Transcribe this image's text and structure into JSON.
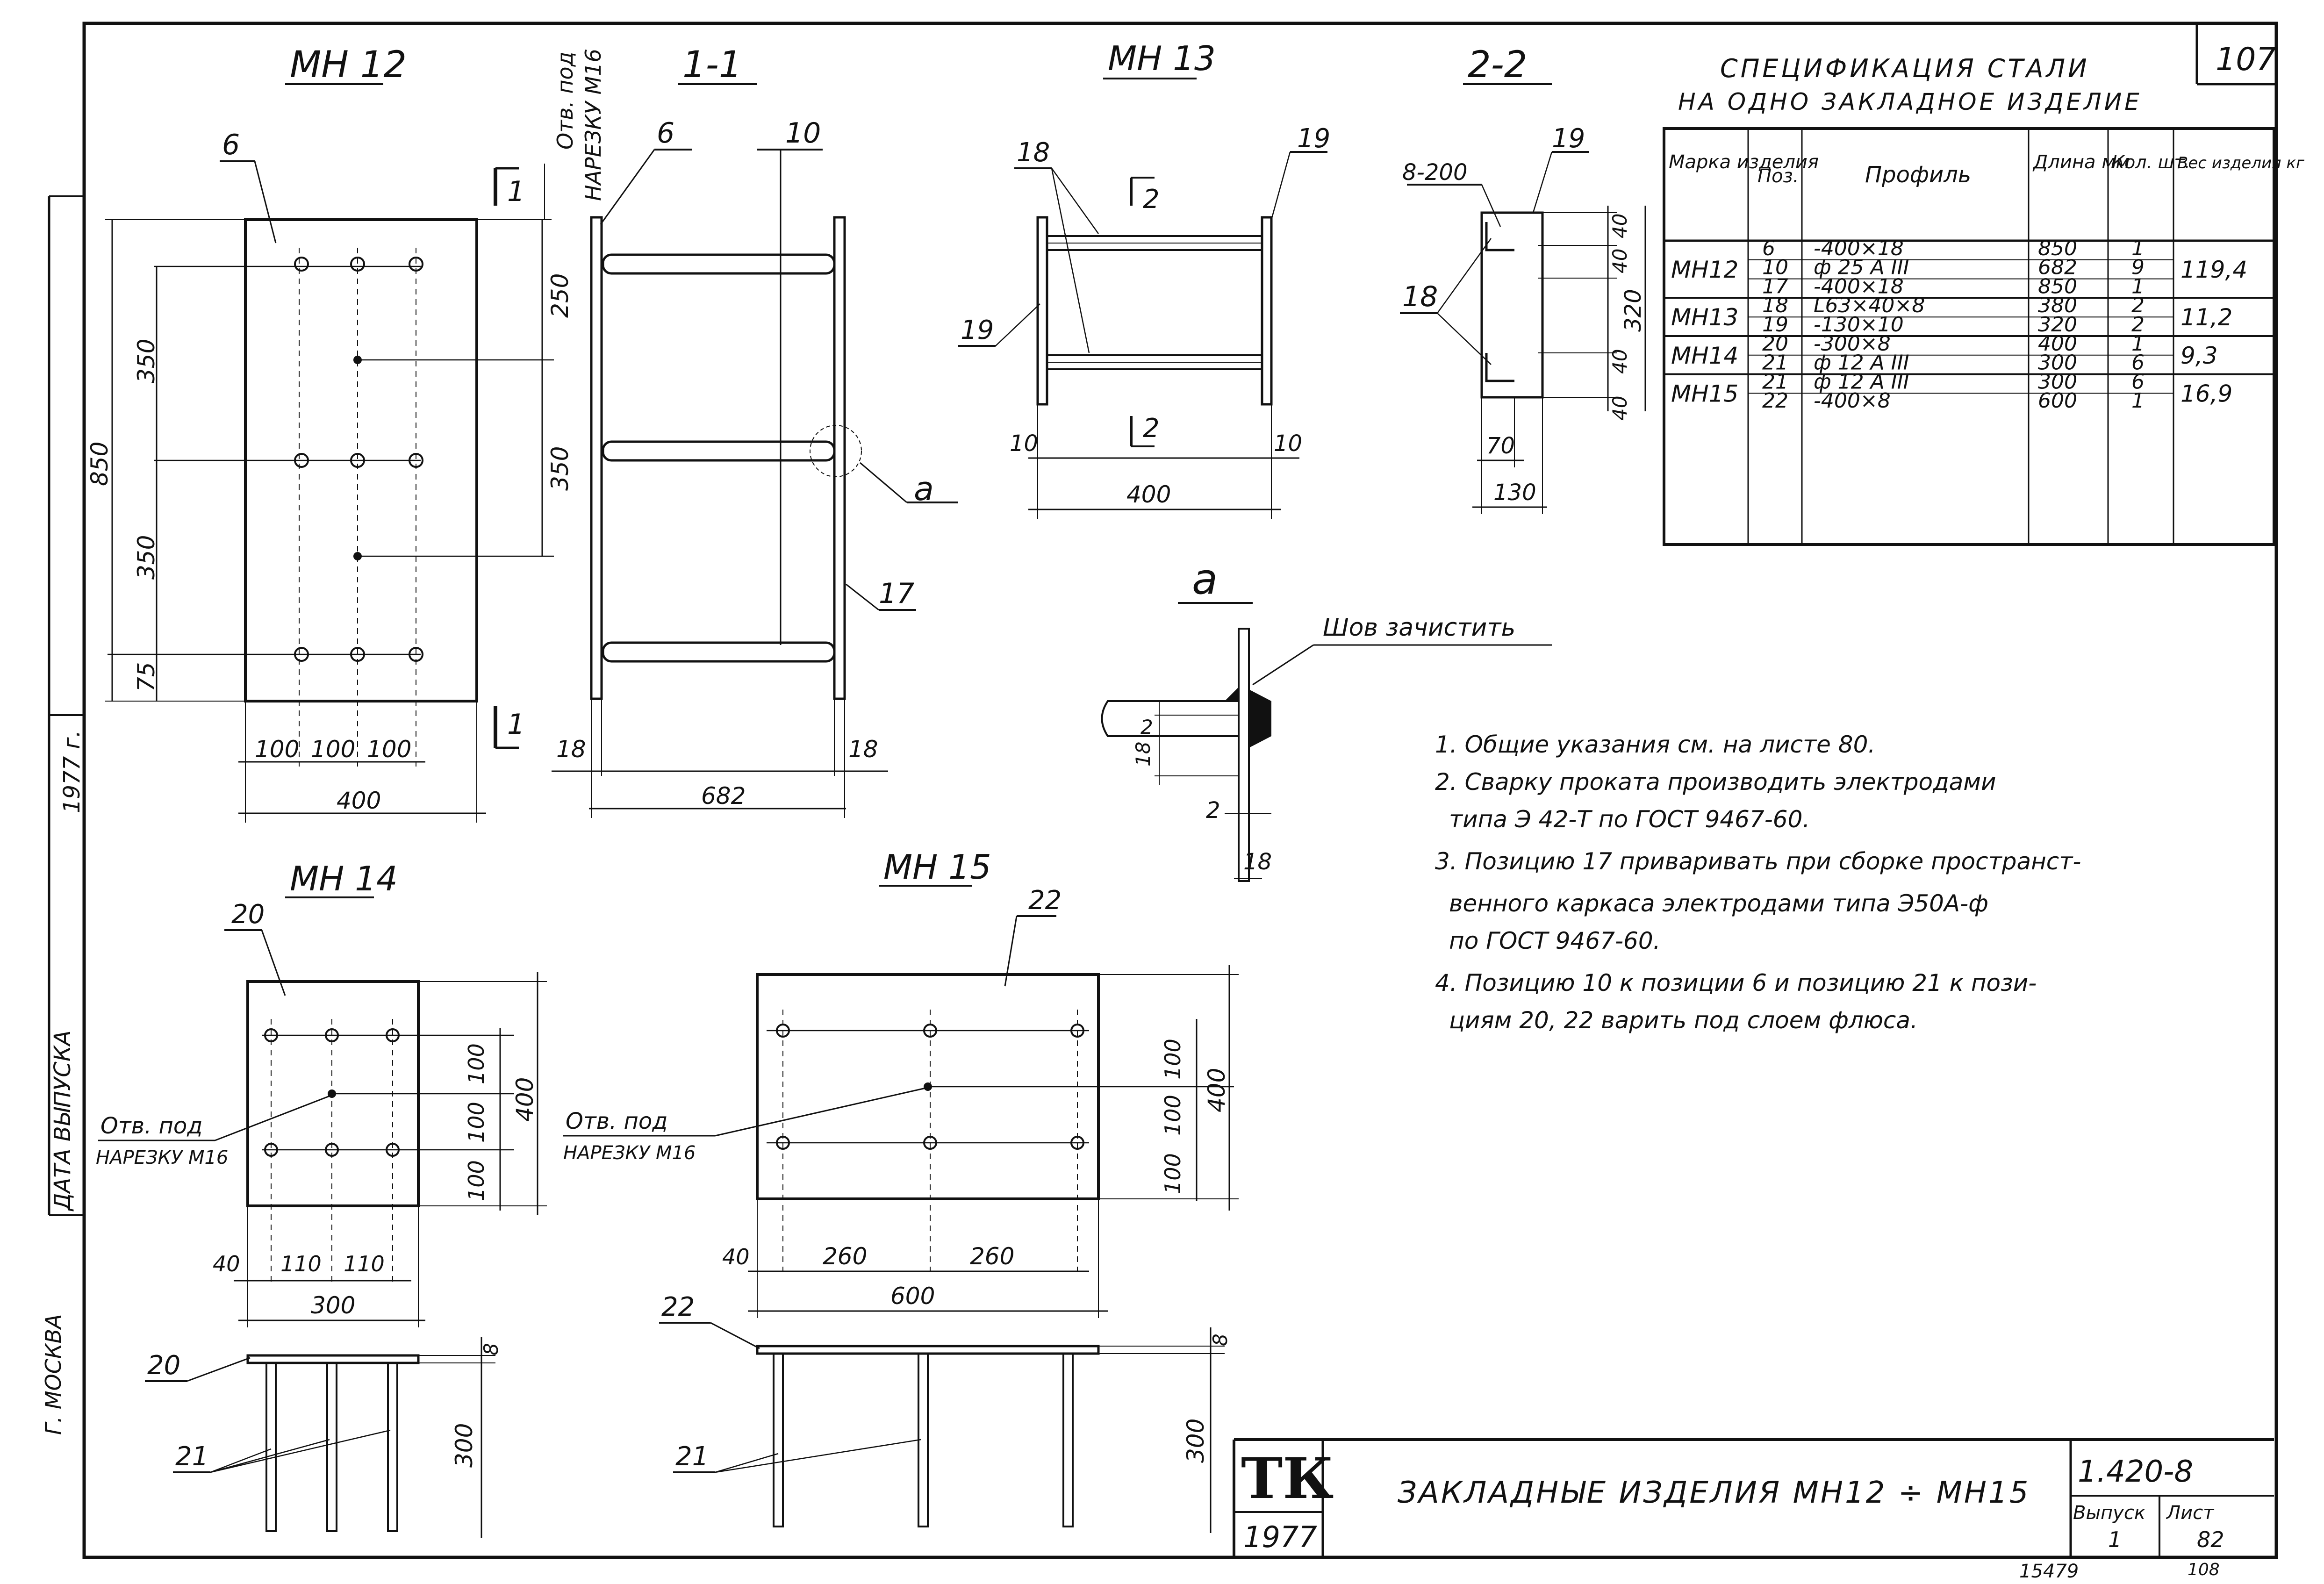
{
  "sheet_number": "107",
  "side_strip": {
    "year": "1977 г.",
    "date_label": "ДАТА ВЫПУСКА",
    "city": "Г. МОСКВА"
  },
  "mn12": {
    "title": "МН 12",
    "section_title": "1-1",
    "hole_label": [
      "Отв. под",
      "НАРЕЗКУ М16"
    ],
    "section_mark": "1",
    "pos_plate": "6",
    "pos_bar": "10",
    "pos_back": "17",
    "left_dims": [
      "850",
      "350",
      "350",
      "75"
    ],
    "right_dims": [
      "250",
      "350"
    ],
    "bottom_dims": [
      "100",
      "100",
      "100"
    ],
    "width": "400",
    "sec_thk_left": "18",
    "sec_thk_right": "18",
    "sec_length": "682",
    "detail_mark": "а"
  },
  "mn13": {
    "title": "МН 13",
    "section_title": "2-2",
    "pos_angle": "18",
    "pos_plate": "19",
    "section_mark": "2",
    "dims": [
      "10",
      "10",
      "400"
    ],
    "weld": "8-200",
    "sec_dims": [
      "40",
      "40",
      "40",
      "40",
      "320",
      "70",
      "130"
    ]
  },
  "detail": {
    "title": "а",
    "note": "Шов зачистить",
    "dims": [
      "2",
      "18",
      "2",
      "18"
    ]
  },
  "spec": {
    "title": "СПЕЦИФИКАЦИЯ СТАЛИ",
    "subtitle": "НА ОДНО ЗАКЛАДНОЕ ИЗДЕЛИЕ",
    "headers": [
      "Марка изделия",
      "Поз.",
      "Профиль",
      "Длина мм",
      "Кол. шт.",
      "Вес изделия кг"
    ],
    "groups": [
      {
        "mark": "МН12",
        "weight": "119,4",
        "rows": [
          [
            "6",
            "-400×18",
            "850",
            "1"
          ],
          [
            "10",
            "ф 25 А III",
            "682",
            "9"
          ],
          [
            "17",
            "-400×18",
            "850",
            "1"
          ]
        ]
      },
      {
        "mark": "МН13",
        "weight": "11,2",
        "rows": [
          [
            "18",
            "L63×40×8",
            "380",
            "2"
          ],
          [
            "19",
            "-130×10",
            "320",
            "2"
          ]
        ]
      },
      {
        "mark": "МН14",
        "weight": "9,3",
        "rows": [
          [
            "20",
            "-300×8",
            "400",
            "1"
          ],
          [
            "21",
            "ф 12 А III",
            "300",
            "6"
          ]
        ]
      },
      {
        "mark": "МН15",
        "weight": "16,9",
        "rows": [
          [
            "21",
            "ф 12 А III",
            "300",
            "6"
          ],
          [
            "22",
            "-400×8",
            "600",
            "1"
          ]
        ]
      }
    ]
  },
  "notes": [
    "1. Общие указания см. на листе 80.",
    "2. Сварку проката производить электродами",
    "типа Э 42-Т по ГОСТ 9467-60.",
    "3. Позицию 17 приваривать при сборке пространст-",
    "венного каркаса электродами типа Э50А-ф",
    "по ГОСТ 9467-60.",
    "4. Позицию 10 к позиции 6 и позицию 21 к пози-",
    "циям 20, 22 варить под слоем флюса."
  ],
  "mn14": {
    "title": "МН 14",
    "pos_plate": "20",
    "pos_bar": "21",
    "hole_label": [
      "Отв. под",
      "НАРЕЗКУ М16"
    ],
    "v_dims": [
      "100",
      "100",
      "100",
      "400"
    ],
    "h_dims": [
      "40",
      "110",
      "110"
    ],
    "width": "300",
    "thk": "8",
    "length": "300"
  },
  "mn15": {
    "title": "МН 15",
    "pos_plate": "22",
    "pos_bar": "21",
    "hole_label": [
      "Отв. под",
      "НАРЕЗКУ М16"
    ],
    "v_dims": [
      "100",
      "100",
      "100",
      "400"
    ],
    "h_dims": [
      "40",
      "260",
      "260"
    ],
    "width": "600",
    "thk": "8",
    "length": "300"
  },
  "title_block": {
    "org": "ТК",
    "year": "1977",
    "title": "ЗАКЛАДНЫЕ ИЗДЕЛИЯ МН12 ÷ МН15",
    "series": "1.420-8",
    "issue_label": "Выпуск",
    "issue": "1",
    "sheet_label": "Лист",
    "sheet": "82"
  },
  "footer": {
    "inventory": "15479",
    "page": "108"
  }
}
